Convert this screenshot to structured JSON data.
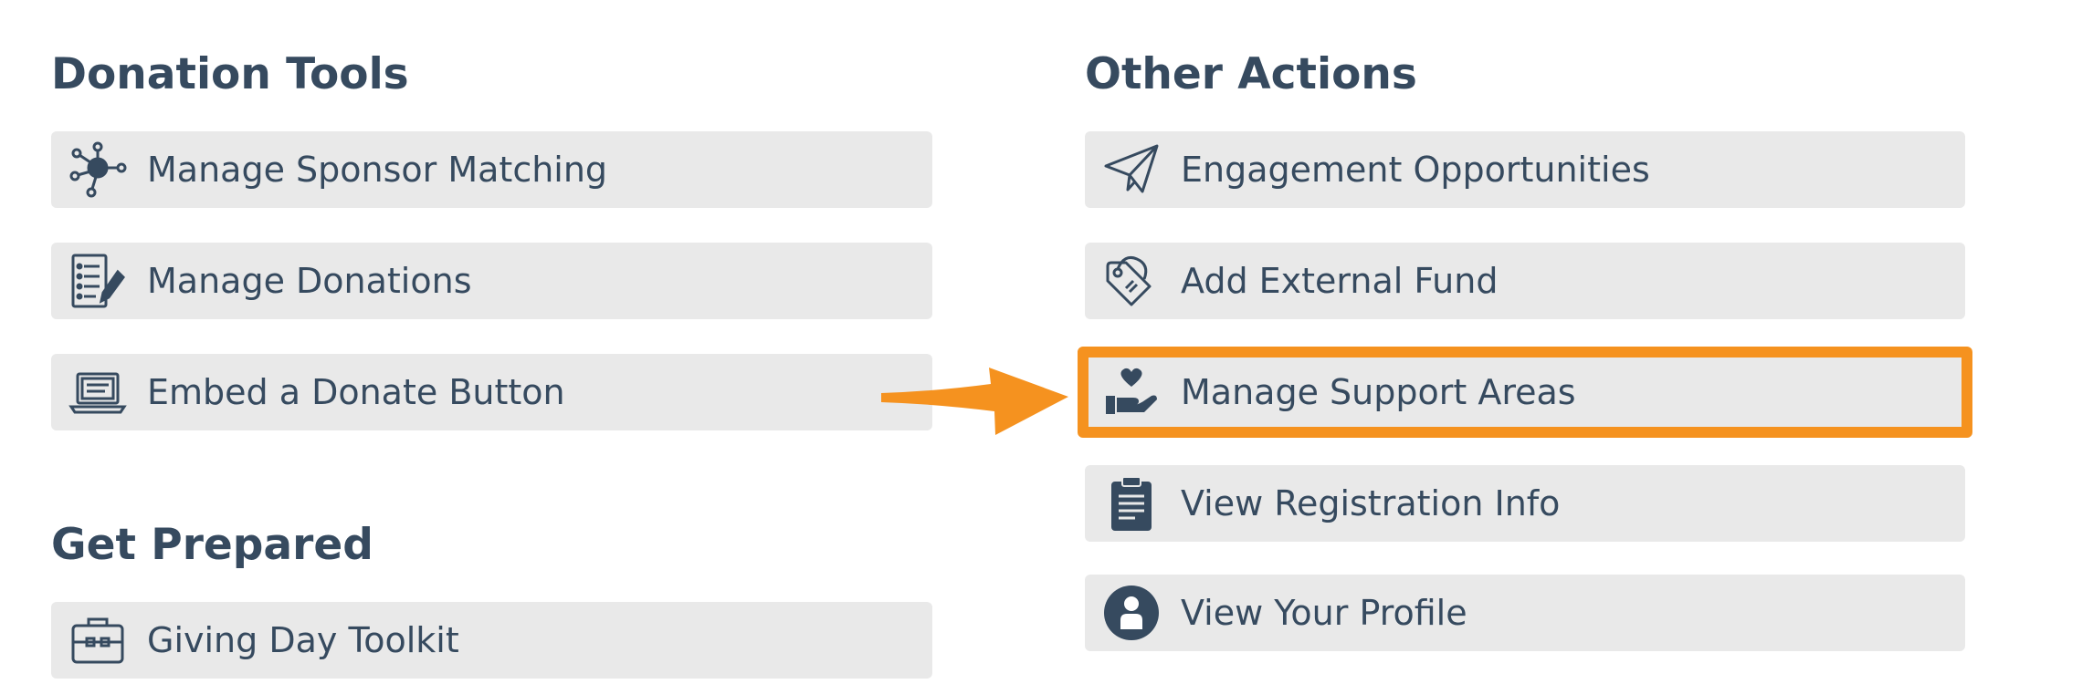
{
  "sections": {
    "donation_tools": {
      "title": "Donation Tools",
      "items": [
        {
          "label": "Manage Sponsor Matching",
          "icon": "network-hub-icon"
        },
        {
          "label": "Manage Donations",
          "icon": "checklist-pencil-icon"
        },
        {
          "label": "Embed a Donate Button",
          "icon": "laptop-icon"
        }
      ]
    },
    "get_prepared": {
      "title": "Get Prepared",
      "items": [
        {
          "label": "Giving Day Toolkit",
          "icon": "briefcase-icon"
        }
      ]
    },
    "other_actions": {
      "title": "Other Actions",
      "items": [
        {
          "label": "Engagement Opportunities",
          "icon": "paper-plane-icon"
        },
        {
          "label": "Add External Fund",
          "icon": "price-tag-icon"
        },
        {
          "label": "Manage Support Areas",
          "icon": "heart-hand-icon"
        },
        {
          "label": "View Registration Info",
          "icon": "clipboard-icon"
        },
        {
          "label": "View Your Profile",
          "icon": "user-circle-icon"
        }
      ]
    }
  },
  "colors": {
    "text": "#364a5f",
    "item_background": "#e9e9e9",
    "highlight": "#f5921f"
  }
}
